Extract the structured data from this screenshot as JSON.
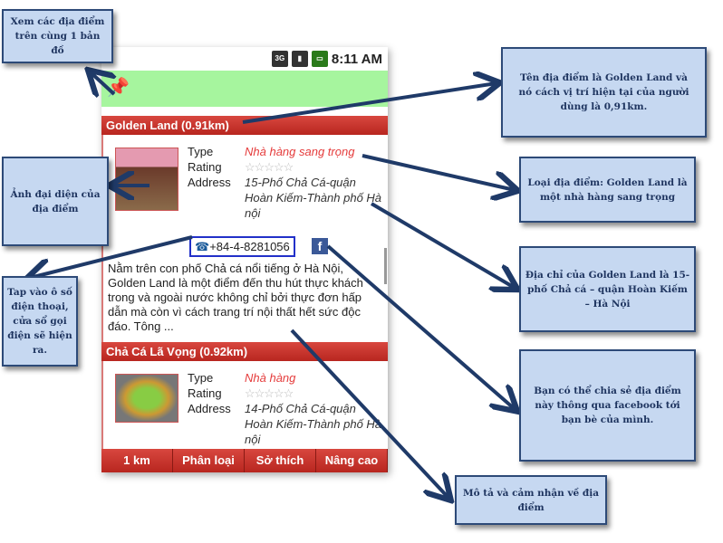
{
  "phone": {
    "status_time": "8:11 AM",
    "status_icons": [
      "3g-icon",
      "signal-icon",
      "battery-icon"
    ],
    "places": [
      {
        "header": "Golden Land (0.91km)",
        "type_label": "Type",
        "type": "Nhà hàng sang trọng",
        "rating_label": "Rating",
        "rating": "☆☆☆☆☆",
        "address_label": "Address",
        "address": "15-Phố Chả Cá-quận Hoàn Kiếm-Thành phố Hà nội",
        "phone": "+84-4-8281056",
        "fb": "f",
        "description": "Nằm trên con phố Chả cá nổi tiếng ở Hà Nội, Golden Land là một điểm đến thu hút thực khách trong và ngoài nước không chỉ bởi thực đơn hấp dẫn mà còn vì cách trang trí nội thất hết sức độc đáo. Tông  ..."
      },
      {
        "header": "Chả Cá Lã Vọng (0.92km)",
        "type_label": "Type",
        "type": "Nhà hàng",
        "rating_label": "Rating",
        "rating": "☆☆☆☆☆",
        "address_label": "Address",
        "address": "14-Phố Chả Cá-quận Hoàn Kiếm-Thành phố Hà nội"
      }
    ],
    "tabs": [
      "1 km",
      "Phân loại",
      "Sở thích",
      "Nâng cao"
    ]
  },
  "callouts": {
    "map": "Xem các địa điểm trên cùng 1 bản đồ",
    "image": "Ảnh đại diện của địa điểm",
    "phone": "Tap vào ô số điện thoại, cửa sổ gọi điện sẽ hiện ra.",
    "name": "Tên địa điểm là Golden Land và nó cách vị trí hiện tại của người dùng là 0,91km.",
    "type": "Loại địa điểm: Golden Land là một nhà hàng sang trọng",
    "address": "Địa chỉ của Golden Land là 15-phố Chả cá – quận Hoàn Kiếm – Hà Nội",
    "facebook": "Bạn có thể chia sẻ địa điểm này thông qua facebook tới bạn bè của mình.",
    "description": "Mô tả và cảm nhận về địa điểm"
  }
}
